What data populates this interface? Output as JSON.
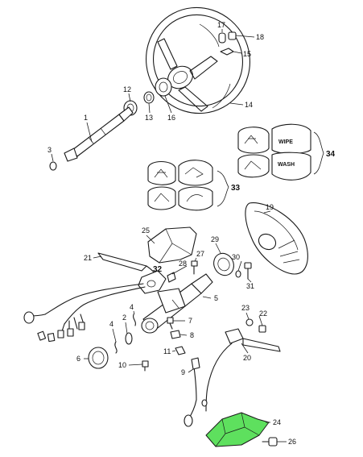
{
  "callouts": {
    "c1": "1",
    "c2": "2",
    "c3": "3",
    "c4a": "4",
    "c4b": "4",
    "c5": "5",
    "c6": "6",
    "c7": "7",
    "c8": "8",
    "c9": "9",
    "c10": "10",
    "c11": "11",
    "c12": "12",
    "c13": "13",
    "c14": "14",
    "c15": "15",
    "c16": "16",
    "c17": "17",
    "c18": "18",
    "c19": "19",
    "c20": "20",
    "c21": "21",
    "c22": "22",
    "c23": "23",
    "c24": "24",
    "c25": "25",
    "c26": "26",
    "c27": "27",
    "c28": "28",
    "c29": "29",
    "c30": "30",
    "c31": "31",
    "c32": "32",
    "c33": "33",
    "c34": "34"
  },
  "buttons": {
    "wipe": "WIPE",
    "wash": "WASH"
  },
  "colors": {
    "highlight": "#5ee05e",
    "line": "#1a1a1a",
    "background": "#ffffff"
  }
}
